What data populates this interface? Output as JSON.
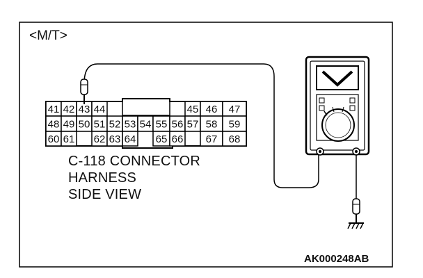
{
  "figure": {
    "mode_tag": "<M/T>",
    "caption_lines": [
      "C-118 CONNECTOR",
      "HARNESS",
      "SIDE VIEW"
    ],
    "figure_id": "AK000248AB"
  },
  "connector": {
    "rows": [
      [
        "41",
        "42",
        "43",
        "44",
        "",
        "",
        "",
        "",
        "",
        "45",
        "46",
        "47"
      ],
      [
        "48",
        "49",
        "50",
        "51",
        "52",
        "53",
        "54",
        "55",
        "56",
        "57",
        "58",
        "59"
      ],
      [
        "60",
        "61",
        "",
        "62",
        "63",
        "64",
        "",
        "65",
        "66",
        "",
        "67",
        "68"
      ]
    ],
    "probed_terminal": "43"
  },
  "instrument": {
    "type": "multimeter",
    "ground": "ground-symbol"
  }
}
